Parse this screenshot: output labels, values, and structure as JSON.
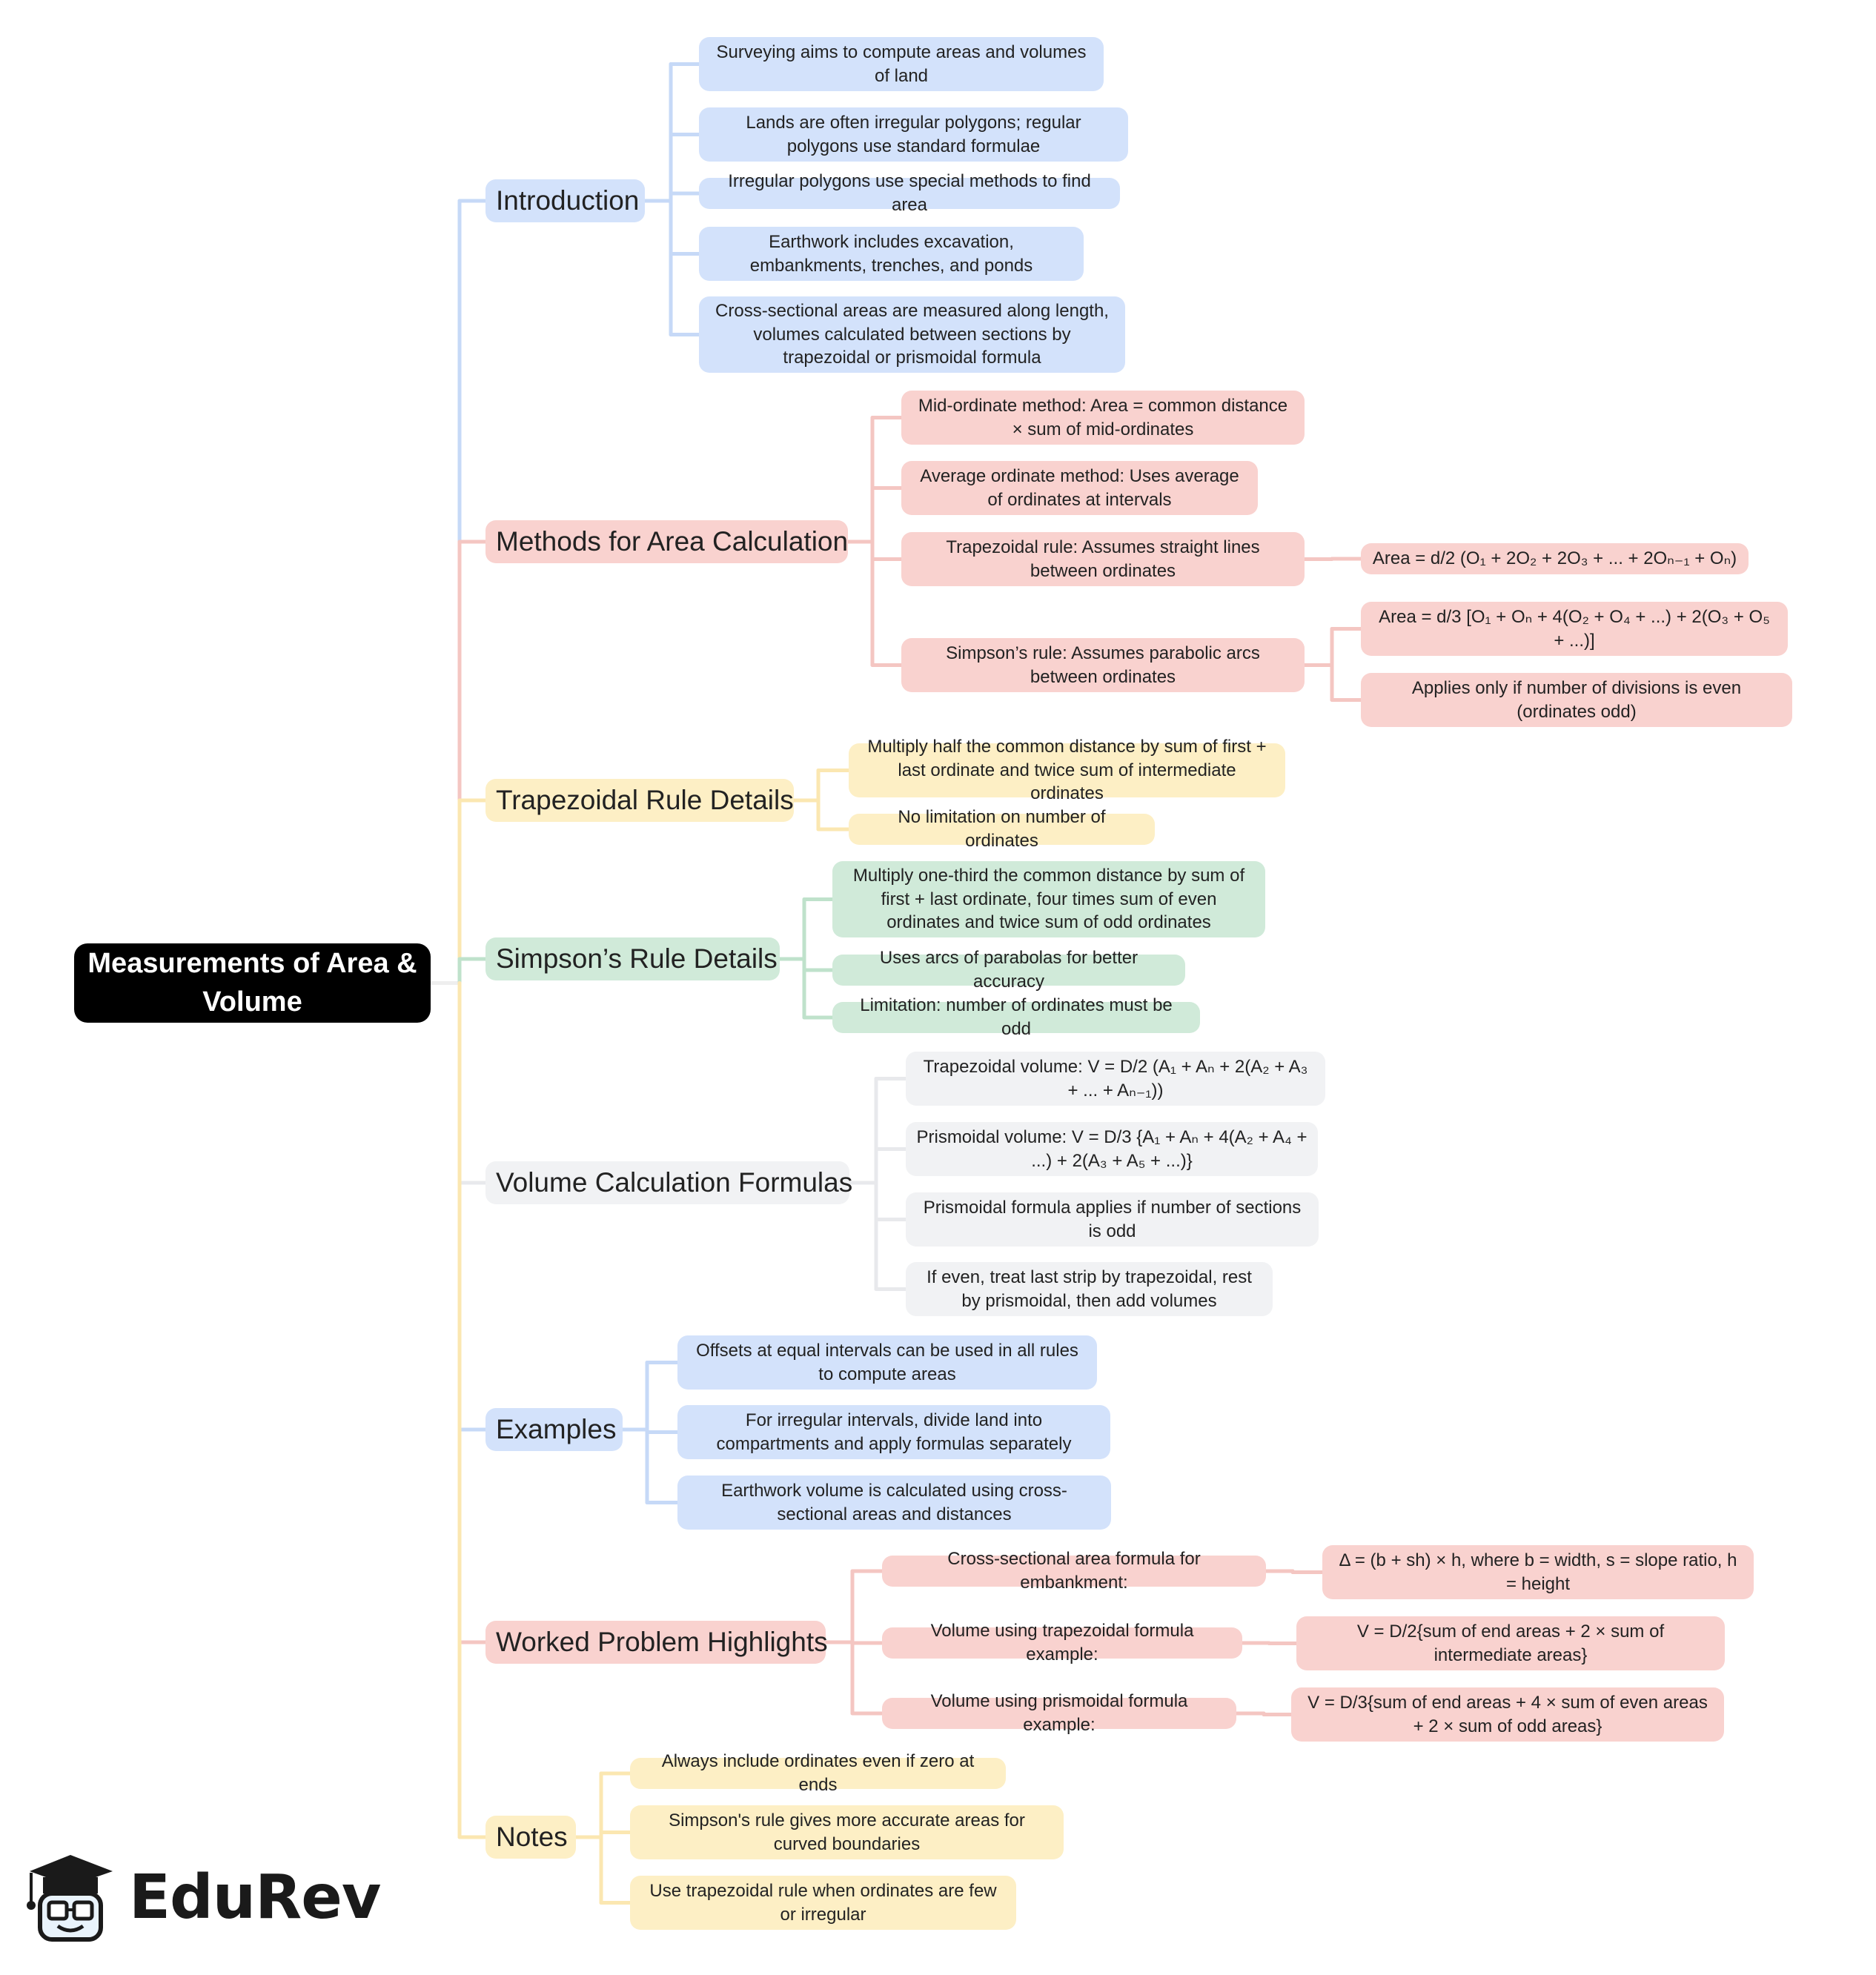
{
  "root": {
    "label": "Measurements of Area & Volume"
  },
  "branches": [
    {
      "label": "Introduction",
      "color": "blue",
      "children": [
        {
          "label": "Surveying aims to compute areas and volumes of land"
        },
        {
          "label": "Lands are often irregular polygons; regular polygons use standard formulae"
        },
        {
          "label": "Irregular polygons use special methods to find area"
        },
        {
          "label": "Earthwork includes excavation, embankments, trenches, and ponds"
        },
        {
          "label": "Cross-sectional areas are measured along length, volumes calculated between sections by trapezoidal or prismoidal formula"
        }
      ]
    },
    {
      "label": "Methods for Area Calculation",
      "color": "red",
      "children": [
        {
          "label": "Mid-ordinate method: Area = common distance × sum of mid-ordinates"
        },
        {
          "label": "Average ordinate method: Uses average of ordinates at intervals"
        },
        {
          "label": "Trapezoidal rule: Assumes straight lines between ordinates",
          "children": [
            {
              "label": "Area = d/2 (O₁ + 2O₂ + 2O₃ + ... + 2Oₙ₋₁ + Oₙ)"
            }
          ]
        },
        {
          "label": "Simpson’s rule: Assumes parabolic arcs between ordinates",
          "children": [
            {
              "label": "Area = d/3 [O₁ + Oₙ + 4(O₂ + O₄ + ...) + 2(O₃ + O₅ + ...)]"
            },
            {
              "label": "Applies only if number of divisions is even (ordinates odd)"
            }
          ]
        }
      ]
    },
    {
      "label": "Trapezoidal Rule Details",
      "color": "yellow",
      "children": [
        {
          "label": "Multiply half the common distance by sum of first + last ordinate and twice sum of intermediate ordinates"
        },
        {
          "label": "No limitation on number of ordinates"
        }
      ]
    },
    {
      "label": "Simpson’s Rule Details",
      "color": "green",
      "children": [
        {
          "label": "Multiply one-third the common distance by sum of first + last ordinate, four times sum of even ordinates and twice sum of odd ordinates"
        },
        {
          "label": "Uses arcs of parabolas for better accuracy"
        },
        {
          "label": "Limitation: number of ordinates must be odd"
        }
      ]
    },
    {
      "label": "Volume Calculation Formulas",
      "color": "gray",
      "children": [
        {
          "label": "Trapezoidal volume: V = D/2 (A₁ + Aₙ + 2(A₂ + A₃ + ... + Aₙ₋₁))"
        },
        {
          "label": "Prismoidal volume: V = D/3 {A₁ + Aₙ + 4(A₂ + A₄ + ...) + 2(A₃ + A₅ + ...)}"
        },
        {
          "label": "Prismoidal formula applies if number of sections is odd"
        },
        {
          "label": "If even, treat last strip by trapezoidal, rest by prismoidal, then add volumes"
        }
      ]
    },
    {
      "label": "Examples",
      "color": "blue",
      "children": [
        {
          "label": "Offsets at equal intervals can be used in all rules to compute areas"
        },
        {
          "label": "For irregular intervals, divide land into compartments and apply formulas separately"
        },
        {
          "label": "Earthwork volume is calculated using cross-sectional areas and distances"
        }
      ]
    },
    {
      "label": "Worked Problem Highlights",
      "color": "red",
      "children": [
        {
          "label": "Cross-sectional area formula for embankment:",
          "children": [
            {
              "label": "Δ = (b + sh) × h, where b = width, s = slope ratio, h = height"
            }
          ]
        },
        {
          "label": "Volume using trapezoidal formula example:",
          "children": [
            {
              "label": "V = D/2{sum of end areas + 2 × sum of intermediate areas}"
            }
          ]
        },
        {
          "label": "Volume using prismoidal formula example:",
          "children": [
            {
              "label": "V = D/3{sum of end areas + 4 × sum of even areas + 2 × sum of odd areas}"
            }
          ]
        }
      ]
    },
    {
      "label": "Notes",
      "color": "yellow",
      "children": [
        {
          "label": "Always include ordinates even if zero at ends"
        },
        {
          "label": "Simpson's rule gives more accurate areas for curved boundaries"
        },
        {
          "label": "Use trapezoidal rule when ordinates are few or irregular"
        }
      ]
    }
  ],
  "colors": {
    "blue": {
      "fill": "#d3e2fb",
      "line": "#c6d9f7"
    },
    "red": {
      "fill": "#f9d2cf",
      "line": "#f4c6c2"
    },
    "yellow": {
      "fill": "#fdefc5",
      "line": "#fbe7b1"
    },
    "green": {
      "fill": "#d0ead9",
      "line": "#bfe2cb"
    },
    "gray": {
      "fill": "#f1f2f4",
      "line": "#e8e9ec"
    }
  },
  "logo": {
    "text": "EduRev",
    "icon": "graduate-cap-icon"
  }
}
